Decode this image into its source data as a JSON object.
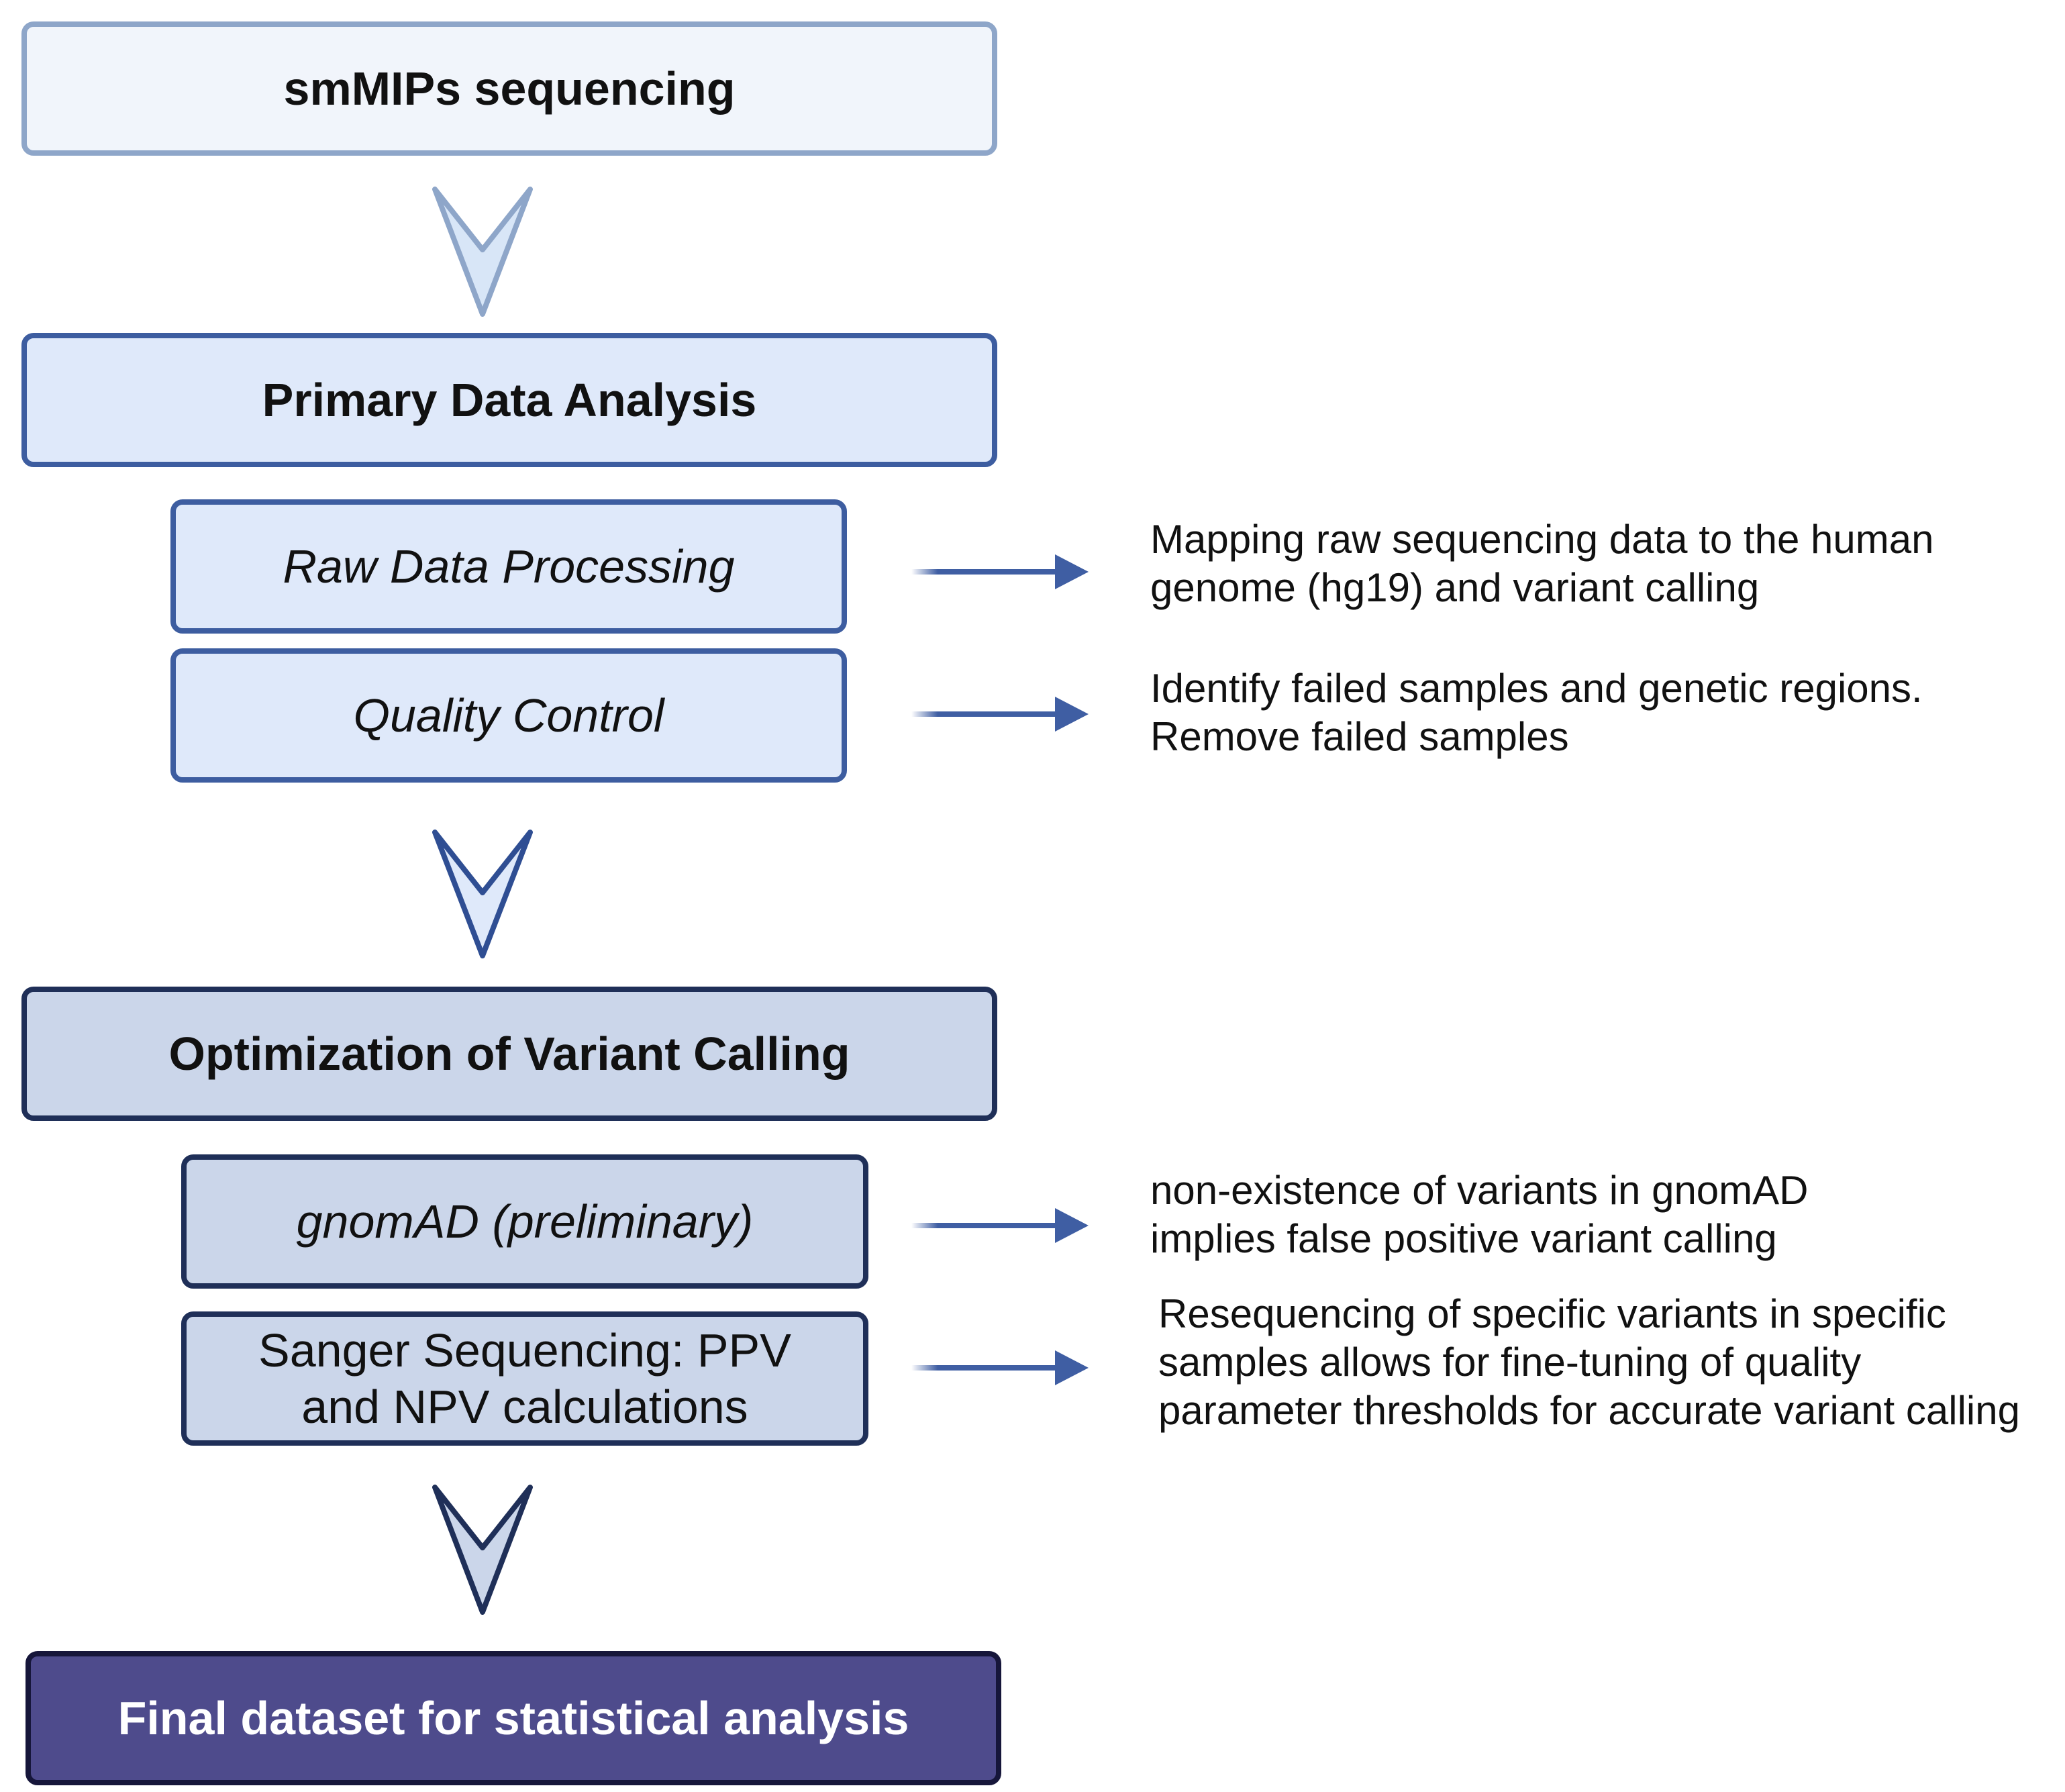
{
  "steps": {
    "smmips": "smMIPs sequencing",
    "primary": "Primary Data Analysis",
    "raw": "Raw Data Processing",
    "qc": "Quality Control",
    "optimization": "Optimization of Variant Calling",
    "gnomad": "gnomAD (preliminary)",
    "sanger_line1": "Sanger Sequencing: PPV",
    "sanger_line2": "and NPV calculations",
    "final": "Final dataset for statistical analysis"
  },
  "notes": {
    "raw_line1": "Mapping raw sequencing data to the human",
    "raw_line2": "genome (hg19) and variant calling",
    "qc_line1": "Identify failed samples and genetic regions.",
    "qc_line2": "Remove failed samples",
    "gnomad_line1": "non-existence of variants in gnomAD",
    "gnomad_line2": "implies false positive variant calling",
    "sanger_line1": "Resequencing of specific variants in specific",
    "sanger_line2": "samples allows for fine-tuning of quality",
    "sanger_line3": "parameter thresholds for accurate variant calling"
  },
  "colors": {
    "light_fill": "#f1f5fb",
    "light_border": "#8ea6c9",
    "mid_fill": "#dfe9fa",
    "mid_border": "#3d5da0",
    "dark_fill": "#cbd6ea",
    "dark_border": "#1f2f58",
    "final_fill": "#4e4b8c",
    "final_border": "#16163a",
    "arrow_blue": "#3f5ea3"
  }
}
